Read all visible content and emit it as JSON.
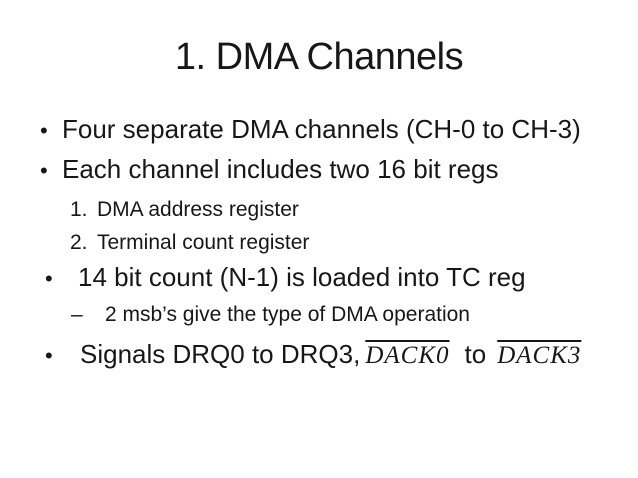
{
  "colors": {
    "background": "#ffffff",
    "text": "#1a1a1a"
  },
  "slide": {
    "title": "1. DMA Channels",
    "items": [
      {
        "level": 1,
        "marker": "•",
        "text": "Four separate DMA channels (CH-0 to CH-3)"
      },
      {
        "level": 1,
        "marker": "•",
        "text": "Each channel includes two 16 bit regs"
      },
      {
        "level": 2,
        "marker": "1.",
        "text": "DMA address register"
      },
      {
        "level": 2,
        "marker": "2.",
        "text": "Terminal count register"
      },
      {
        "level": 1,
        "marker": "•",
        "text": "14 bit count (N-1) is loaded into TC reg"
      },
      {
        "level": 2,
        "marker": "–",
        "text": "2 msb’s give the type of DMA operation"
      },
      {
        "level": 1,
        "marker": "•",
        "text": "Signals DRQ0 to DRQ3,",
        "signal1": "DACK0",
        "connector": "to",
        "signal2": "DACK3"
      }
    ]
  }
}
